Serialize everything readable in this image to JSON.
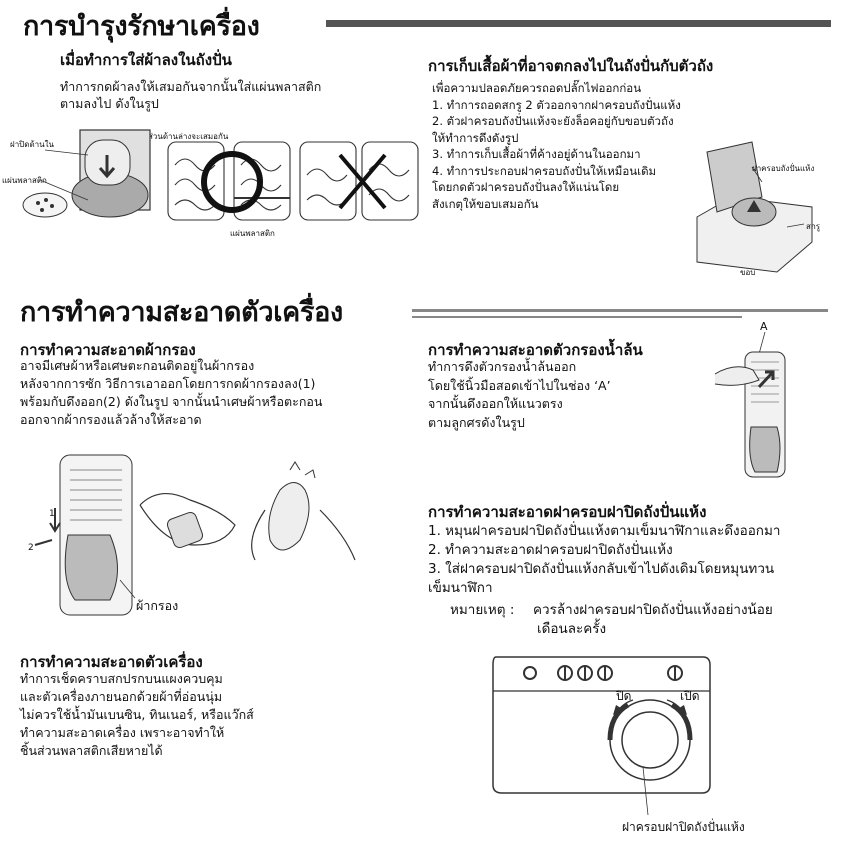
{
  "section1": {
    "title": "การบำรุงรักษาเครื่อง",
    "left": {
      "heading": "เมื่อทำการใส่ผ้าลงในถังปั่น",
      "lines": [
        "ทำการกดผ้าลงให้เสมอกันจากนั้นใส่แผ่นพลาสติก",
        "ตามลงไป  ดังในรูป"
      ],
      "label_inner_lid": "ฝาปิดด้านใน",
      "label_plastic_sheet": "แผ่นพลาสติก",
      "label_lower_part": "ส่วนด้านล่างจะเสมอกัน",
      "label_plastic_sheet_bottom": "แผ่นพลาสติก"
    },
    "right": {
      "heading": "การเก็บเสื้อผ้าที่อาจตกลงไปในถังปั่นกับตัวถัง",
      "intro": "เพื่อความปลอดภัยควรถอดปลั๊กไฟออกก่อน",
      "steps": [
        "1. ทำการถอดสกรู 2 ตัวออกจากฝาครอบถังปั่นแห้ง",
        "2. ตัวฝาครอบถังปั่นแห้งจะยังล็อคอยู่กับขอบตัวถัง",
        "    ให้ทำการดึงดังรูป",
        "3. ทำการเก็บเสื้อผ้าที่ค้างอยู่ด้านในออกมา",
        "4. ทำการประกอบฝาครอบถังปั่นให้เหมือนเดิม",
        "    โดยกดตัวฝาครอบถังปั่นลงให้แน่นโดย",
        "    สังเกตุให้ขอบเสมอกัน"
      ],
      "label_spin_cover": "ฝาครอบถังปั่นแห้ง",
      "label_screw": "สกรู",
      "label_edge": "ขอบ"
    }
  },
  "section2": {
    "title": "การทำความสะอาดตัวเครื่อง",
    "lint": {
      "heading": "การทำความสะอาดผ้ากรอง",
      "lines": [
        "อาจมีเศษผ้าหรือเศษตะกอนติดอยู่ในผ้ากรอง",
        "หลังจากการซัก วิธีการเอาออกโดยการกดผ้ากรองลง(1)",
        "พร้อมกับดึงออก(2) ดังในรูป จากนั้นนำเศษผ้าหรือตะกอน",
        "ออกจากผ้ากรองแล้วล้างให้สะอาด"
      ],
      "label_filter": "ผ้ากรอง",
      "marker1": "1",
      "marker2": "2"
    },
    "body": {
      "heading": "การทำความสะอาดตัวเครื่อง",
      "lines": [
        "ทำการเช็ดคราบสกปรกบนแผงควบคุม",
        "และตัวเครื่องภายนอกด้วยผ้าที่อ่อนนุ่ม",
        "ไม่ควรใช้น้ำมันเบนซิน, ทินเนอร์, หรือแว๊กส์",
        "ทำความสะอาดเครื่อง เพราะอาจทำให้",
        "ชิ้นส่วนพลาสติกเสียหายได้"
      ]
    },
    "overflow": {
      "heading": "การทำความสะอาดตัวกรองน้ำล้น",
      "lines": [
        "ทำการดึงตัวกรองน้ำล้นออก",
        "โดยใช้นิ้วมือสอดเข้าไปในช่อง ‘A’",
        "จากนั้นดึงออกให้แนวตรง",
        "ตามลูกศรดังในรูป"
      ],
      "label_a": "A"
    },
    "spin_lid": {
      "heading": "การทำความสะอาดฝาครอบฝาปิดถังปั่นแห้ง",
      "steps": [
        "1.  หมุนฝาครอบฝาปิดถังปั่นแห้งตามเข็มนาฬิกาและดึงออกมา",
        "2.  ทำความสะอาดฝาครอบฝาปิดถังปั่นแห้ง",
        "3.  ใส่ฝาครอบฝาปิดถังปั่นแห้งกลับเข้าไปดังเดิมโดยหมุนทวน",
        "     เข็มนาฬิกา"
      ],
      "note_label": "หมายเหตุ :",
      "note_lines": [
        "ควรล้างฝาครอบฝาปิดถังปั่นแห้งอย่างน้อย",
        "เดือนละครั้ง"
      ],
      "label_close": "ปิด",
      "label_open": "เปิด",
      "label_cover": "ฝาครอบฝาปิดถังปั่นแห้ง"
    }
  }
}
